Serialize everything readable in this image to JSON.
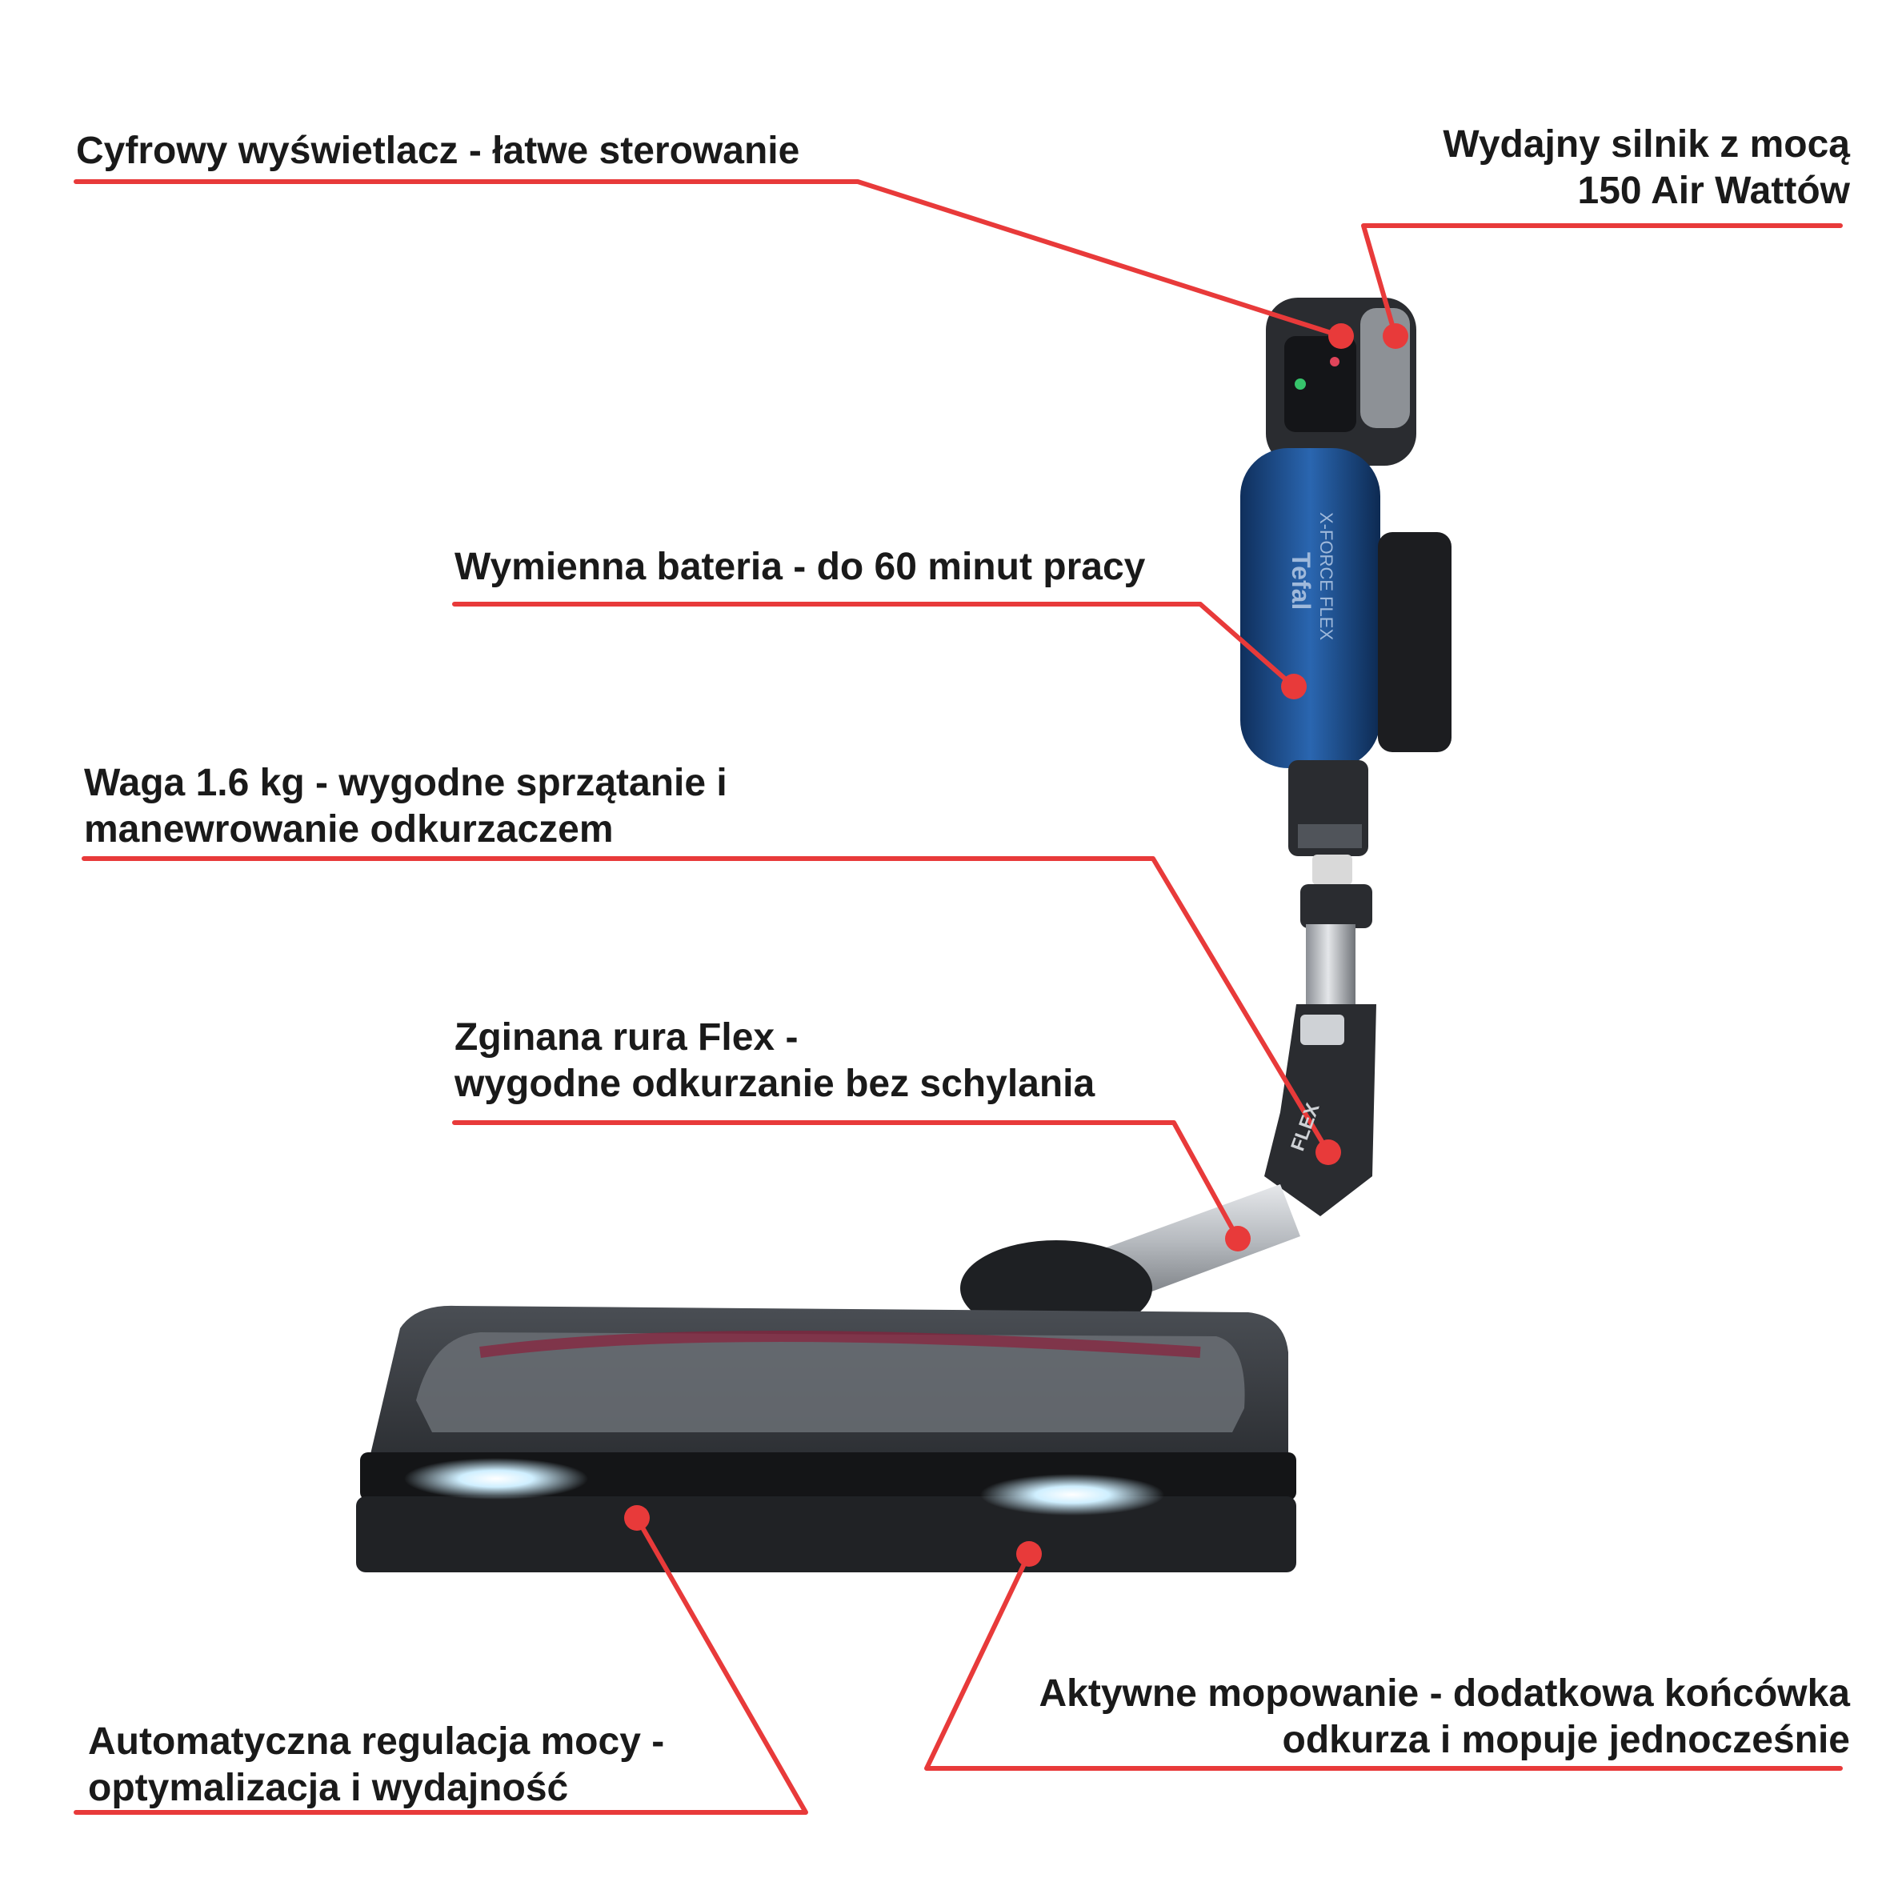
{
  "colors": {
    "callout": "#e83a3a",
    "text": "#1a1a1a",
    "device_body": "#2a2c30",
    "bin_blue": "#1e4e8c",
    "tube_silver": "#b8bcc1",
    "led_light": "#dff3ff"
  },
  "callouts": {
    "display": {
      "lines": [
        "Cyfrowy wyświetlacz - łatwe sterowanie"
      ]
    },
    "motor": {
      "lines": [
        "Wydajny silnik z mocą",
        "150 Air Wattów"
      ]
    },
    "battery": {
      "lines": [
        "Wymienna bateria - do 60 minut pracy"
      ]
    },
    "weight": {
      "lines": [
        "Waga 1.6 kg - wygodne sprzątanie i",
        "manewrowanie odkurzaczem"
      ]
    },
    "flex": {
      "lines": [
        "Zginana rura Flex -",
        "wygodne odkurzanie bez schylania"
      ]
    },
    "mop": {
      "lines": [
        "Aktywne mopowanie - dodatkowa końcówka",
        "odkurza i mopuje jednocześnie"
      ]
    },
    "auto": {
      "lines": [
        "Automatyczna regulacja mocy -",
        "optymalizacja i wydajność"
      ]
    }
  },
  "device": {
    "brand": "Tefal",
    "model": "X-FORCE FLEX",
    "tube_mark": "FLEX"
  }
}
